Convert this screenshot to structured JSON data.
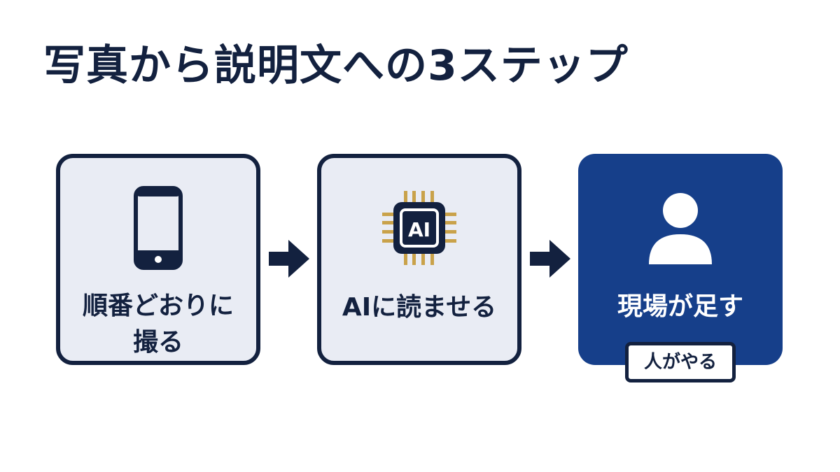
{
  "title": "写真から説明文への3ステップ",
  "steps": [
    {
      "label": "順番どおりに\n撮る",
      "icon": "smartphone-icon"
    },
    {
      "label": "AIに読ませる",
      "icon": "ai-chip-icon",
      "icon_text": "AI"
    },
    {
      "label": "現場が足す",
      "icon": "person-icon",
      "badge": "人がやる"
    }
  ],
  "colors": {
    "navy": "#13213f",
    "blue": "#163f8a",
    "light_fill": "#e9ecf4",
    "gold": "#c9a24a"
  }
}
